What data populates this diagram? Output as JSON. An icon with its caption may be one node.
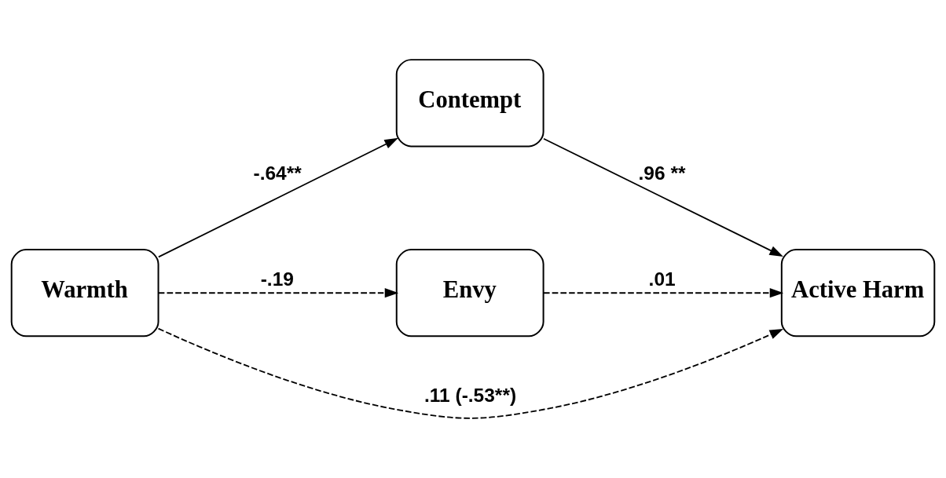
{
  "diagram": {
    "nodes": [
      {
        "text": [
          "Warmth"
        ]
      },
      {
        "text": [
          "Contempt"
        ]
      },
      {
        "text": [
          "Envy"
        ]
      },
      {
        "text": [
          "Active Harm"
        ]
      }
    ],
    "edges": [
      {
        "from": 0,
        "to": 1,
        "arrow": "to",
        "label": "-.64**"
      },
      {
        "from": 1,
        "to": 3,
        "arrow": "to",
        "label": ".96 **"
      },
      {
        "from": 0,
        "to": 3,
        "arrow": "to",
        "label": ".11 (-.53**)",
        "style": "dashed"
      },
      {
        "from": 0,
        "to": 2,
        "arrow": "to",
        "label": "-.19",
        "style": "dashed"
      },
      {
        "from": 2,
        "to": 3,
        "arrow": "to",
        "label": ".01",
        "style": "dashed"
      }
    ]
  }
}
